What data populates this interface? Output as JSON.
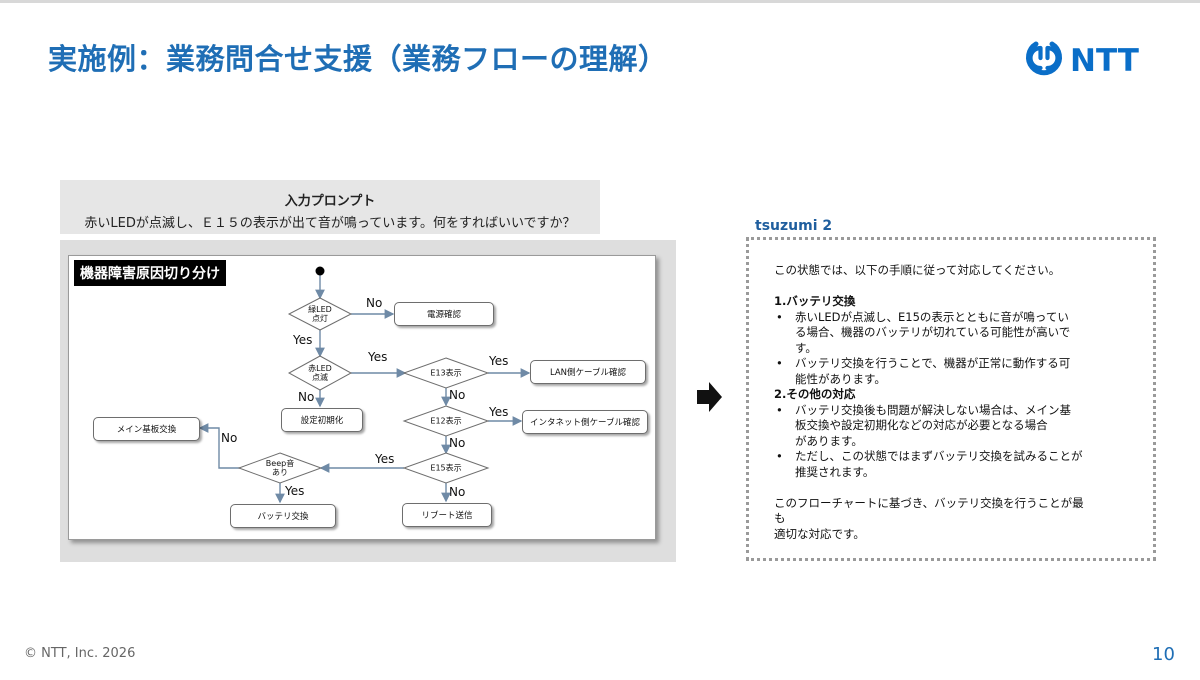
{
  "title": "実施例：業務問合せ支援（業務フローの理解）",
  "logo": {
    "text": "NTT",
    "color": "#0a6ec8"
  },
  "prompt": {
    "heading": "入力プロンプト",
    "text": "赤いLEDが点滅し、Ｅ１５の表示が出て音が鳴っています。何をすればいいですか？"
  },
  "flowchart": {
    "title": "機器障害原因切り分け",
    "decisions": {
      "green_led": "緑LED\n点灯",
      "red_led": "赤LED\n点滅",
      "e13": "E13表示",
      "e12": "E12表示",
      "e15": "E15表示",
      "beep": "Beep音\nあり"
    },
    "processes": {
      "power": "電源確認",
      "lan": "LAN側ケーブル確認",
      "internet": "インタネット側ケーブル確認",
      "init": "設定初期化",
      "main_board": "メイン基板交換",
      "battery": "バッテリ交換",
      "reboot": "リブート送信"
    },
    "edge_labels": {
      "yes": "Yes",
      "no": "No"
    }
  },
  "arrow": {
    "icon": "right-arrow-icon"
  },
  "response": {
    "label": "tsuzumi 2",
    "intro": "この状態では、以下の手順に従って対応してください。",
    "sections": [
      {
        "heading": "1.バッテリ交換",
        "bullets": [
          [
            "赤いLEDが点滅し、E15の表示とともに音が鳴ってい",
            "る場合、機器のバッテリが切れている可能性が高いで",
            "す。"
          ],
          [
            "バッテリ交換を行うことで、機器が正常に動作する可",
            "能性があります。"
          ]
        ]
      },
      {
        "heading": "2.その他の対応",
        "bullets": [
          [
            "バッテリ交換後も問題が解決しない場合は、メイン基",
            "板交換や設定初期化などの対応が必要となる場合",
            "があります。"
          ],
          [
            "ただし、この状態ではまずバッテリ交換を試みることが",
            "推奨されます。"
          ]
        ]
      }
    ],
    "conclusion": [
      "このフローチャートに基づき、バッテリ交換を行うことが最も",
      "適切な対応です。"
    ]
  },
  "footer": {
    "copyright": "© NTT, Inc.  2026",
    "page_number": "10"
  },
  "colors": {
    "title": "#1f6eb5",
    "label": "#1f5e9e",
    "panel": "#e6e6e6"
  }
}
